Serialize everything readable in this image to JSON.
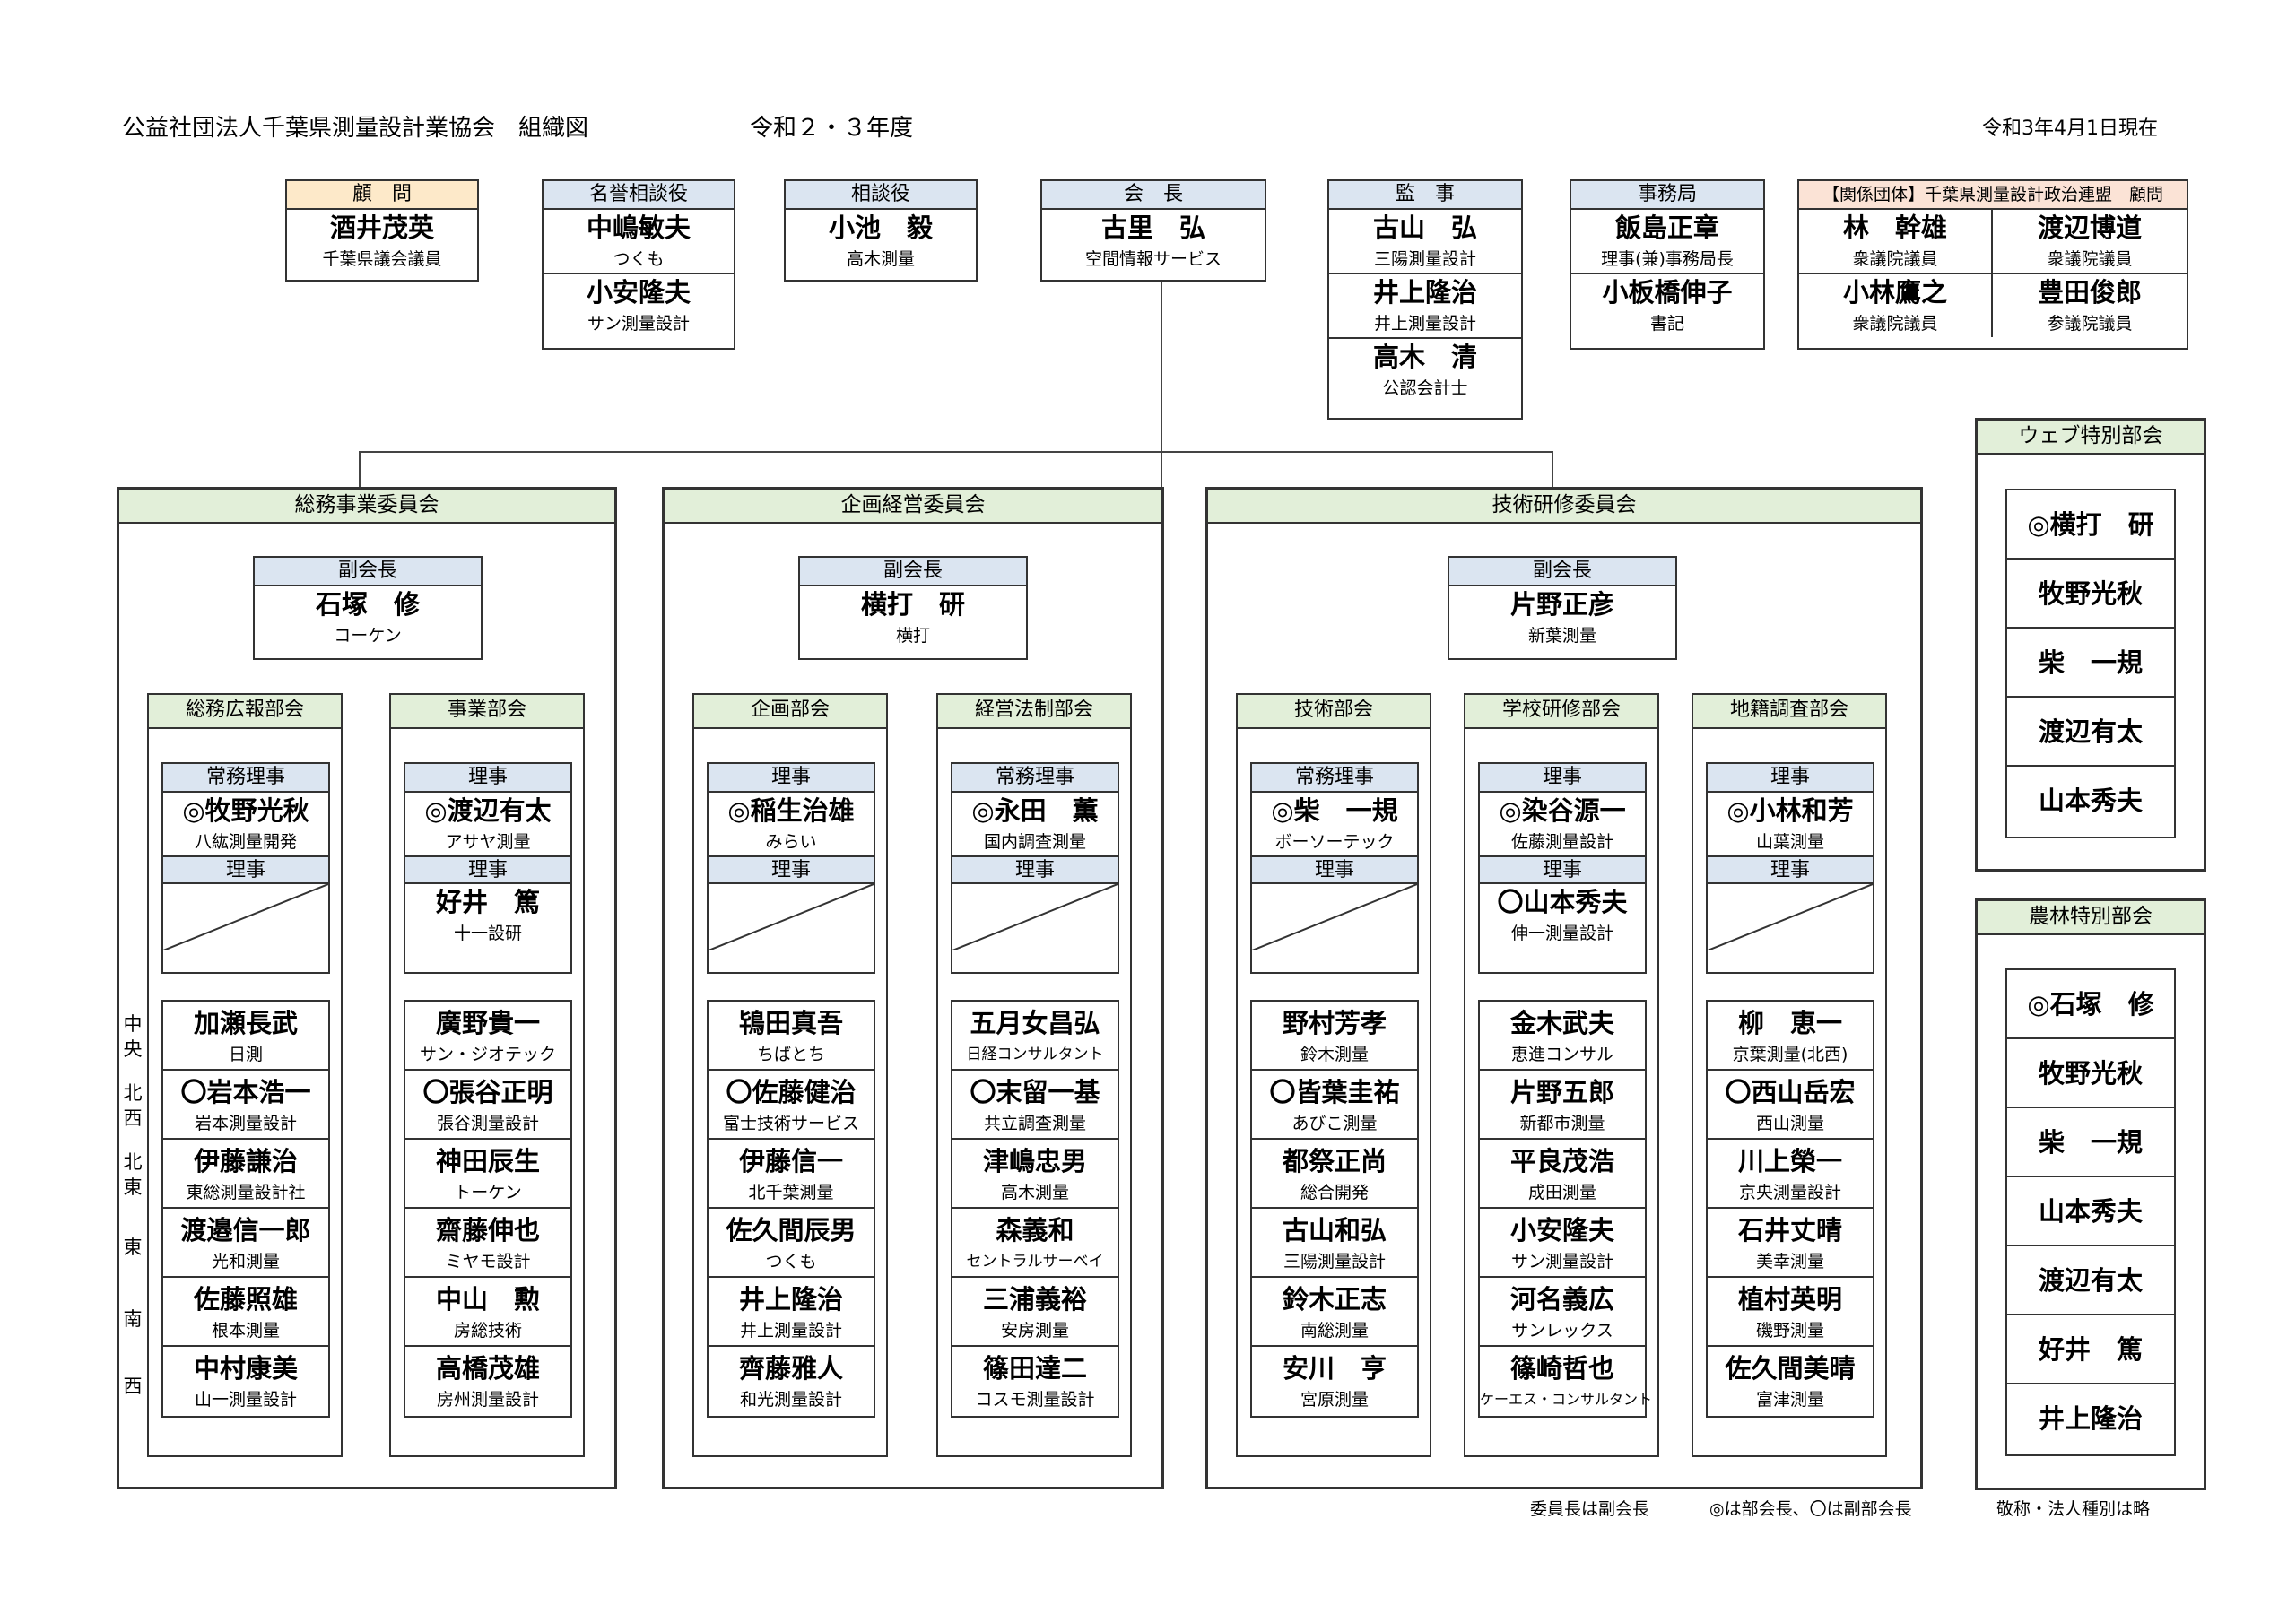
{
  "header": {
    "title": "公益社団法人千葉県測量設計業協会　組織図",
    "year": "令和２・３年度",
    "date": "令和3年4月1日現在"
  },
  "top": {
    "advisor": {
      "title": "顧　問",
      "name": "酒井茂英",
      "org": "千葉県議会議員"
    },
    "honorary": {
      "title": "名誉相談役",
      "members": [
        {
          "name": "中嶋敏夫",
          "org": "つくも"
        },
        {
          "name": "小安隆夫",
          "org": "サン測量設計"
        }
      ]
    },
    "consultant": {
      "title": "相談役",
      "name": "小池　毅",
      "org": "高木測量"
    },
    "president": {
      "title": "会　長",
      "name": "古里　弘",
      "org": "空間情報サービス"
    },
    "auditor": {
      "title": "監　事",
      "members": [
        {
          "name": "古山　弘",
          "org": "三陽測量設計"
        },
        {
          "name": "井上隆治",
          "org": "井上測量設計"
        },
        {
          "name": "高木　清",
          "org": "公認会計士"
        }
      ]
    },
    "office": {
      "title": "事務局",
      "members": [
        {
          "name": "飯島正章",
          "org": "理事(兼)事務局長"
        },
        {
          "name": "小板橋伸子",
          "org": "書記"
        }
      ]
    },
    "related": {
      "title": "【関係団体】千葉県測量設計政治連盟　顧問",
      "members": [
        {
          "name": "林　幹雄",
          "org": "衆議院議員"
        },
        {
          "name": "渡辺博道",
          "org": "衆議院議員"
        },
        {
          "name": "小林鷹之",
          "org": "衆議院議員"
        },
        {
          "name": "豊田俊郎",
          "org": "参議院議員"
        }
      ]
    }
  },
  "committees": [
    {
      "title": "総務事業委員会",
      "vp_label": "副会長",
      "vp_name": "石塚　修",
      "vp_org": "コーケン",
      "subs": [
        {
          "title": "総務広報部会",
          "head_label": "常務理事",
          "head_name": "◎牧野光秋",
          "head_org": "八紘測量開発",
          "dir_label": "理事",
          "dir_name": "",
          "dir_org": "",
          "members": [
            {
              "name": "加瀬長武",
              "org": "日測"
            },
            {
              "name": "〇岩本浩一",
              "org": "岩本測量設計"
            },
            {
              "name": "伊藤謙治",
              "org": "東総測量設計社"
            },
            {
              "name": "渡邉信一郎",
              "org": "光和測量"
            },
            {
              "name": "佐藤照雄",
              "org": "根本測量"
            },
            {
              "name": "中村康美",
              "org": "山一測量設計"
            }
          ]
        },
        {
          "title": "事業部会",
          "head_label": "理事",
          "head_name": "◎渡辺有太",
          "head_org": "アサヤ測量",
          "dir_label": "理事",
          "dir_name": "好井　篤",
          "dir_org": "十一設研",
          "members": [
            {
              "name": "廣野貴一",
              "org": "サン・ジオテック"
            },
            {
              "name": "〇張谷正明",
              "org": "張谷測量設計"
            },
            {
              "name": "神田辰生",
              "org": "トーケン"
            },
            {
              "name": "齋藤伸也",
              "org": "ミヤモ設計"
            },
            {
              "name": "中山　勲",
              "org": "房総技術"
            },
            {
              "name": "高橋茂雄",
              "org": "房州測量設計"
            }
          ]
        }
      ]
    },
    {
      "title": "企画経営委員会",
      "vp_label": "副会長",
      "vp_name": "横打　研",
      "vp_org": "横打",
      "subs": [
        {
          "title": "企画部会",
          "head_label": "理事",
          "head_name": "◎稲生治雄",
          "head_org": "みらい",
          "dir_label": "理事",
          "dir_name": "",
          "dir_org": "",
          "members": [
            {
              "name": "鴇田真吾",
              "org": "ちばとち"
            },
            {
              "name": "〇佐藤健治",
              "org": "富士技術サービス"
            },
            {
              "name": "伊藤信一",
              "org": "北千葉測量"
            },
            {
              "name": "佐久間辰男",
              "org": "つくも"
            },
            {
              "name": "井上隆治",
              "org": "井上測量設計"
            },
            {
              "name": "齊藤雅人",
              "org": "和光測量設計"
            }
          ]
        },
        {
          "title": "経営法制部会",
          "head_label": "常務理事",
          "head_name": "◎永田　薫",
          "head_org": "国内調査測量",
          "dir_label": "理事",
          "dir_name": "",
          "dir_org": "",
          "members": [
            {
              "name": "五月女昌弘",
              "org": "日経コンサルタント"
            },
            {
              "name": "〇末留一基",
              "org": "共立調査測量"
            },
            {
              "name": "津嶋忠男",
              "org": "高木測量"
            },
            {
              "name": "森義和",
              "org": "セントラルサーベイ"
            },
            {
              "name": "三浦義裕",
              "org": "安房測量"
            },
            {
              "name": "篠田達二",
              "org": "コスモ測量設計"
            }
          ]
        }
      ]
    },
    {
      "title": "技術研修委員会",
      "vp_label": "副会長",
      "vp_name": "片野正彦",
      "vp_org": "新葉測量",
      "subs": [
        {
          "title": "技術部会",
          "head_label": "常務理事",
          "head_name": "◎柴　一規",
          "head_org": "ボーソーテック",
          "dir_label": "理事",
          "dir_name": "",
          "dir_org": "",
          "members": [
            {
              "name": "野村芳孝",
              "org": "鈴木測量"
            },
            {
              "name": "〇皆葉圭祐",
              "org": "あびこ測量"
            },
            {
              "name": "都祭正尚",
              "org": "総合開発"
            },
            {
              "name": "古山和弘",
              "org": "三陽測量設計"
            },
            {
              "name": "鈴木正志",
              "org": "南総測量"
            },
            {
              "name": "安川　亨",
              "org": "宮原測量"
            }
          ]
        },
        {
          "title": "学校研修部会",
          "head_label": "理事",
          "head_name": "◎染谷源一",
          "head_org": "佐藤測量設計",
          "dir_label": "理事",
          "dir_name": "〇山本秀夫",
          "dir_org": "伸一測量設計",
          "members": [
            {
              "name": "金木武夫",
              "org": "恵進コンサル"
            },
            {
              "name": "片野五郎",
              "org": "新都市測量"
            },
            {
              "name": "平良茂浩",
              "org": "成田測量"
            },
            {
              "name": "小安隆夫",
              "org": "サン測量設計"
            },
            {
              "name": "河名義広",
              "org": "サンレックス"
            },
            {
              "name": "篠崎哲也",
              "org": "ケーエス・コンサルタント"
            }
          ]
        },
        {
          "title": "地籍調査部会",
          "head_label": "理事",
          "head_name": "◎小林和芳",
          "head_org": "山葉測量",
          "dir_label": "理事",
          "dir_name": "",
          "dir_org": "",
          "members": [
            {
              "name": "柳　恵一",
              "org": "京葉測量(北西)"
            },
            {
              "name": "〇西山岳宏",
              "org": "西山測量"
            },
            {
              "name": "川上榮一",
              "org": "京央測量設計"
            },
            {
              "name": "石井丈晴",
              "org": "美幸測量"
            },
            {
              "name": "植村英明",
              "org": "磯野測量"
            },
            {
              "name": "佐久間美晴",
              "org": "富津測量"
            }
          ]
        }
      ]
    }
  ],
  "regions": [
    "中央",
    "北西",
    "北東",
    "東",
    "南",
    "西"
  ],
  "web": {
    "title": "ウェブ特別部会",
    "members": [
      "◎横打　研",
      "牧野光秋",
      "柴　一規",
      "渡辺有太",
      "山本秀夫"
    ]
  },
  "farm": {
    "title": "農林特別部会",
    "members": [
      "◎石塚　修",
      "牧野光秋",
      "柴　一規",
      "山本秀夫",
      "渡辺有太",
      "好井　篤",
      "井上隆治"
    ]
  },
  "notes": {
    "n1": "委員長は副会長",
    "n2": "◎は部会長、〇は副部会長",
    "n3": "敬称・法人種別は略"
  }
}
